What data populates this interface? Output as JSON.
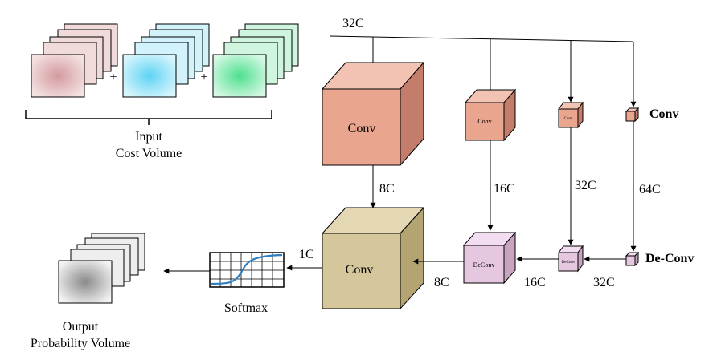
{
  "input": {
    "title": "Input",
    "subtitle": "Cost Volume",
    "plus": "+",
    "colors": [
      "#e8c8c8",
      "#b9ecf7",
      "#b4efcc"
    ],
    "centers": [
      "#d49a9e",
      "#5fd3f5",
      "#4fe08f"
    ]
  },
  "top_channel": "32C",
  "blocks": {
    "conv_large": "Conv",
    "conv_medium": "Conv",
    "conv_small": "Conv",
    "conv_tiny": "",
    "conv_out": "Conv",
    "deconv_medium": "DeConv",
    "deconv_small": "DeConv",
    "deconv_tiny": ""
  },
  "legend": {
    "conv": "Conv",
    "deconv": "De-Conv"
  },
  "edges": {
    "down_large": "8C",
    "down_medium": "16C",
    "down_small": "32C",
    "down_tiny": "64C",
    "left_tiny": "32C",
    "left_small": "16C",
    "left_medium": "8C",
    "to_softmax": "1C"
  },
  "softmax": {
    "label": "Softmax"
  },
  "output": {
    "title": "Output",
    "subtitle": "Probability Volume",
    "center": "#8a8a8a"
  },
  "colors": {
    "conv_front": "#eaa58e",
    "conv_top": "#f2c3b2",
    "conv_side": "#c47d6b",
    "deconv_front": "#e6c7e0",
    "deconv_top": "#f2def0",
    "deconv_side": "#c7a4c0",
    "out_front": "#d5c69b",
    "out_top": "#e4d8b4",
    "out_side": "#b4a472",
    "sigmoid": "#2f7ec2"
  }
}
